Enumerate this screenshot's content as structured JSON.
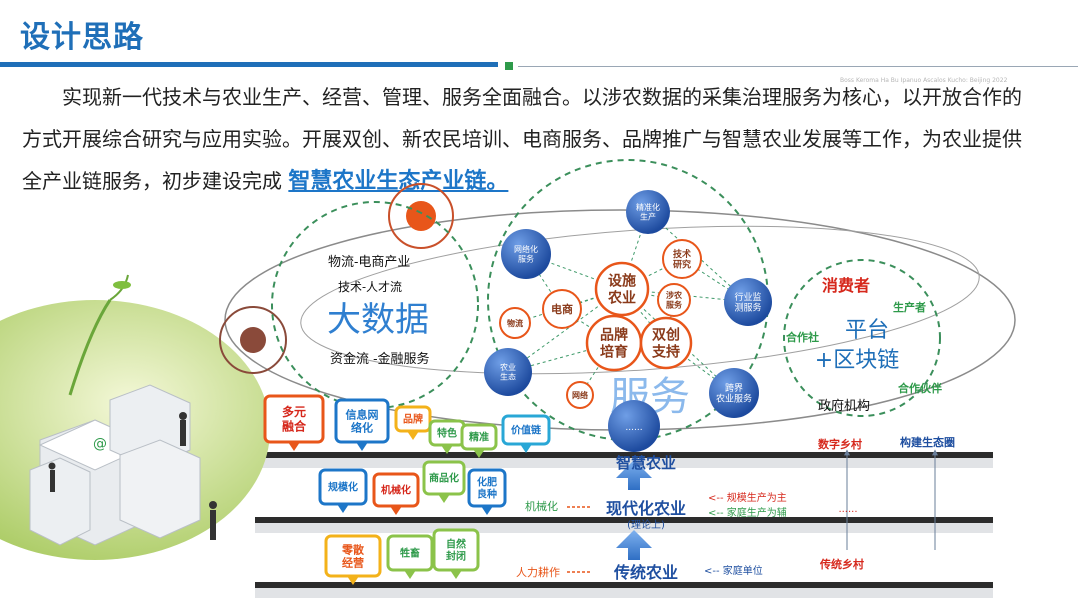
{
  "header": {
    "title": "设计思路",
    "para_main": "实现新一代技术与农业生产、经营、管理、服务全面融合。以涉农数据的采集治理服务为核心，以开放合作的方式开展综合研究与应用实验。开展双创、新农民培训、电商服务、品牌推广与智慧农业发展等工作，为农业提供全产业链服务，初步建设完成",
    "para_highlight": "智慧农业生态产业链。",
    "watermark": "Boss Keroma Ha Bu Ipanuo Ascalos Kucho: Beijing 2022"
  },
  "bigdata": {
    "title": "大数据",
    "line1": "物流-电商产业",
    "line2": "技术-人才流",
    "line3": "资金流 -金融服务"
  },
  "service": {
    "title": "服务",
    "nodes": [
      {
        "text": "精准化\n生产",
        "kind": "blue"
      },
      {
        "text": "网络化\n服务",
        "kind": "blue"
      },
      {
        "text": "设施\n农业",
        "kind": "hub"
      },
      {
        "text": "技术\n研究",
        "kind": "orange"
      },
      {
        "text": "涉农\n服务",
        "kind": "orange"
      },
      {
        "text": "电商",
        "kind": "orange"
      },
      {
        "text": "物流",
        "kind": "orange"
      },
      {
        "text": "品牌\n培育",
        "kind": "hub"
      },
      {
        "text": "双创\n支持",
        "kind": "hub"
      },
      {
        "text": "行业监\n测服务",
        "kind": "blue"
      },
      {
        "text": "农业\n生态",
        "kind": "blue"
      },
      {
        "text": "跨界\n农业服务",
        "kind": "blue"
      },
      {
        "text": "网络",
        "kind": "orange"
      },
      {
        "text": "......",
        "kind": "blue"
      }
    ]
  },
  "platform": {
    "consumer": "消费者",
    "producer": "生产者",
    "coop": "合作社",
    "title1": "平台",
    "title2": "+区块链",
    "gov": "政府机构",
    "partner": "合作伙伴"
  },
  "tags_top": [
    "多元\n融合",
    "信息网\n络化",
    "品牌",
    "特色",
    "精准",
    "价值链"
  ],
  "tags_mid": [
    "规模化",
    "机械化",
    "商品化",
    "化肥\n良种"
  ],
  "tags_bot": [
    "零散\n经营",
    "牲畜",
    "自然\n封闭"
  ],
  "levels": {
    "smart": "智慧农业",
    "modern": "现代化农业",
    "modern_sub": "(理论上)",
    "traditional": "传统农业",
    "mech": "机械化",
    "manual": "人力耕作",
    "scale": "规模生产为主",
    "family_aux": "家庭生产为辅",
    "family": "家庭单位",
    "digital_village": "数字乡村",
    "eco": "构建生态圈",
    "traditional_village": "传统乡村",
    "dots": "......"
  },
  "colors": {
    "title_blue": "#1f6fb8",
    "accent_orange": "#e8561a",
    "green": "#2e9a4a",
    "dark_brown": "#8a4a3a",
    "sphere_blue": "#2659b3",
    "red_text": "#d6281c"
  }
}
